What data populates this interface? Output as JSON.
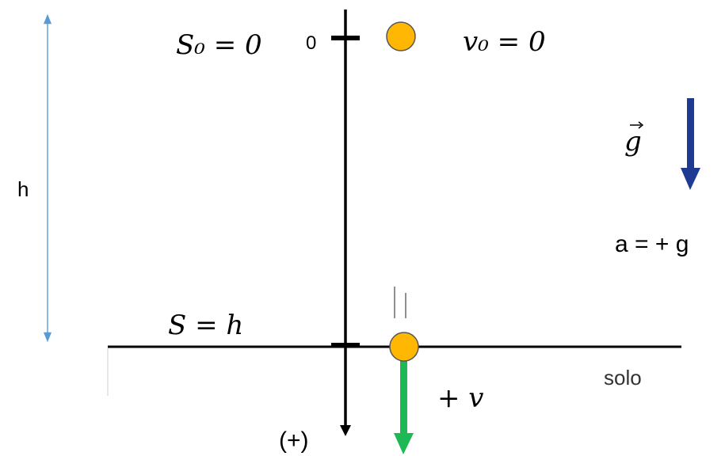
{
  "labels": {
    "initial_position": "S₀ = 0",
    "origin_tick": "0",
    "initial_velocity": "v₀ = 0",
    "gravity_symbol": "g",
    "height": "h",
    "acceleration": "a = + g",
    "final_position": "S = h",
    "ground": "solo",
    "velocity": "+ v",
    "positive_direction": "(+)"
  },
  "colors": {
    "ball": "#ffb703",
    "gravity_arrow": "#1f3a93",
    "velocity_arrow": "#1db954",
    "height_arrow": "#5b9bd5",
    "axis": "#000000"
  }
}
